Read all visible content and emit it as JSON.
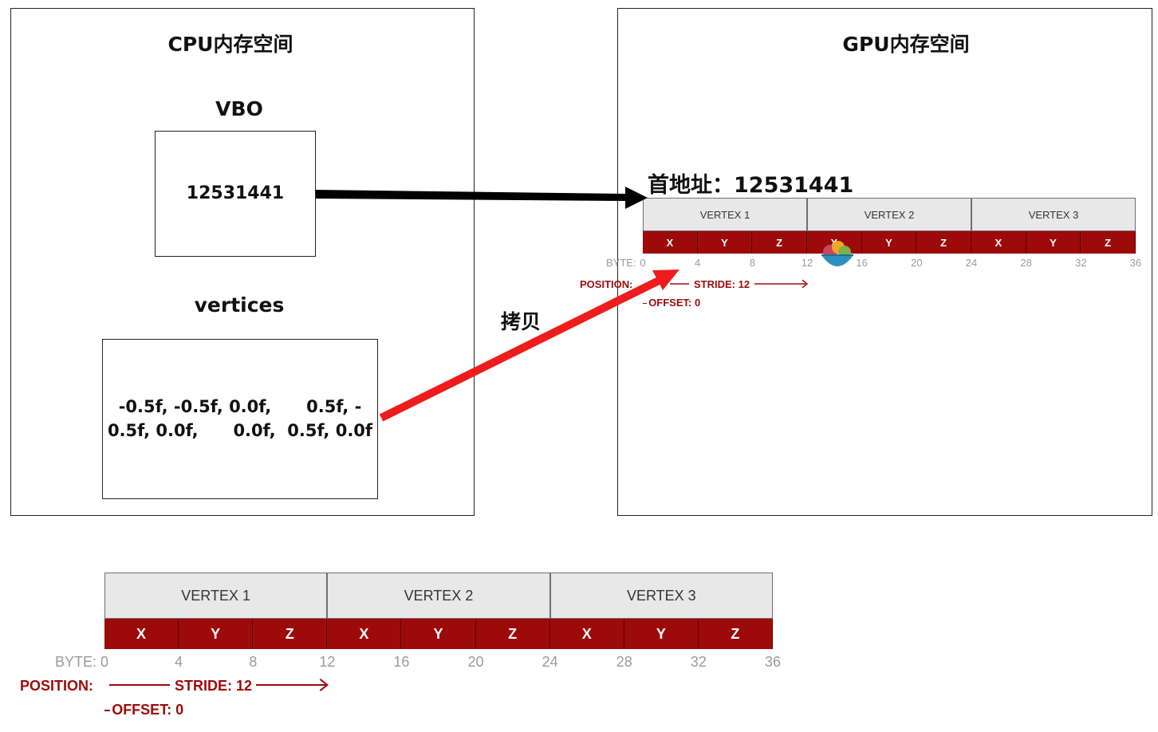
{
  "diagram": {
    "cpu_title": "CPU内存空间",
    "gpu_title": "GPU内存空间",
    "vbo_label": "VBO",
    "vbo_value": "12531441",
    "vertices_label": "vertices",
    "vertices_line1": "-0.5f, -0.5f, 0.0f,      0.5f, -",
    "vertices_line2": "0.5f, 0.0f,      0.0f,  0.5f, 0.0f",
    "copy_label": "拷贝",
    "base_address_label": "首地址：12531441"
  },
  "layout": {
    "vertex_labels": [
      "VERTEX 1",
      "VERTEX 2",
      "VERTEX 3"
    ],
    "components": [
      "X",
      "Y",
      "Z",
      "X",
      "Y",
      "Z",
      "X",
      "Y",
      "Z"
    ],
    "byte_label": "BYTE:",
    "byte_ticks": [
      "0",
      "4",
      "8",
      "12",
      "16",
      "20",
      "24",
      "28",
      "32",
      "36"
    ],
    "position_label": "POSITION:",
    "stride_label": "STRIDE: 12",
    "offset_label": "OFFSET: 0"
  },
  "colors": {
    "component_red": "#9d0a0a",
    "copy_arrow": "#ee1c1c",
    "pointer_arrow": "#000000",
    "header_gray": "#e8e8e8"
  },
  "icons": [
    "fruit-bowl-icon"
  ]
}
